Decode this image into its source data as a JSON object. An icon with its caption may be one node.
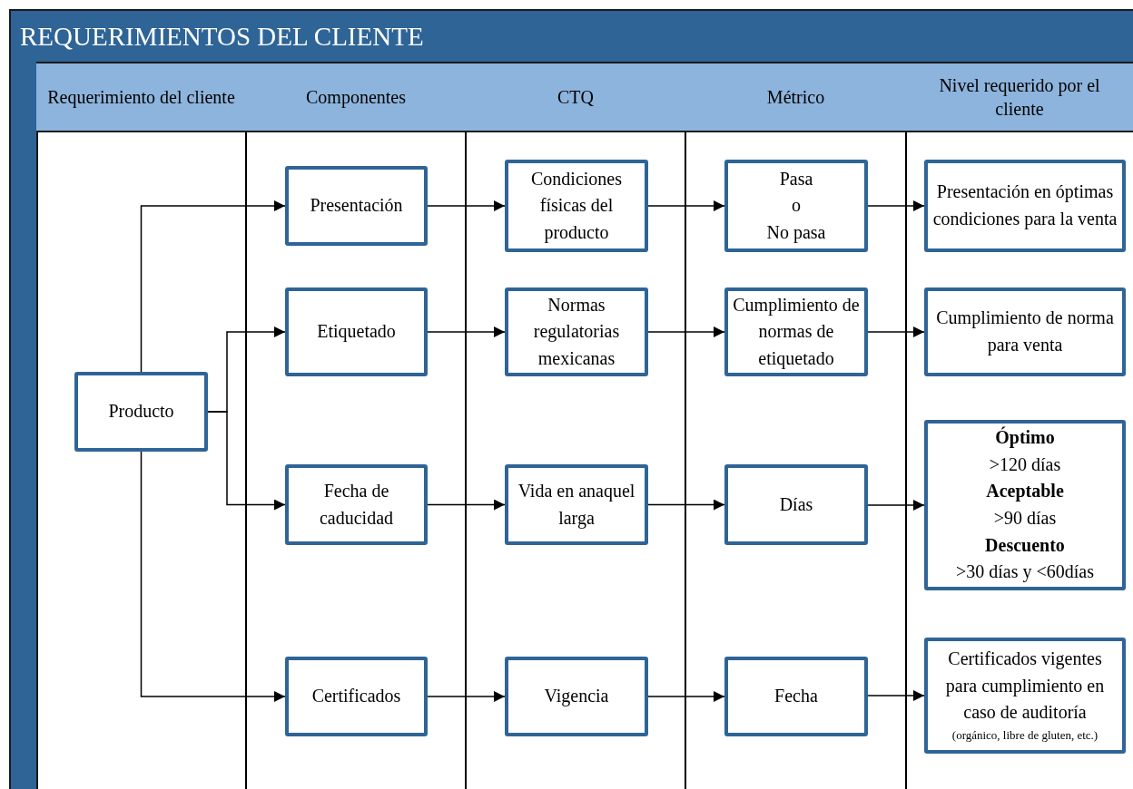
{
  "diagram": {
    "title": "REQUERIMIENTOS DEL CLIENTE",
    "nodes": [
      {
        "text": [
          "Requerimiento del cliente"
        ]
      },
      {
        "text": [
          "Componentes"
        ]
      },
      {
        "text": [
          "CTQ"
        ]
      },
      {
        "text": [
          "Métrico"
        ]
      },
      {
        "text": [
          "Nivel requerido por el cliente"
        ]
      },
      {
        "text": [
          "Producto"
        ]
      },
      {
        "text": [
          "Presentación"
        ]
      },
      {
        "text": [
          "Condiciones físicas del producto"
        ]
      },
      {
        "text": [
          "Pasa",
          "o",
          "No pasa"
        ]
      },
      {
        "text": [
          "Presentación en óptimas condiciones para la venta"
        ]
      },
      {
        "text": [
          "Etiquetado"
        ]
      },
      {
        "text": [
          "Normas regulatorias mexicanas"
        ]
      },
      {
        "text": [
          "Cumplimiento de normas de etiquetado"
        ]
      },
      {
        "text": [
          "Cumplimiento de norma para venta"
        ]
      },
      {
        "text": [
          "**Óptimo**",
          ">120 días",
          "**Aceptable**",
          ">90 días",
          "**Descuento**",
          ">30 días y <60días"
        ]
      },
      {
        "text": [
          "Fecha de caducidad"
        ]
      },
      {
        "text": [
          "Vida en anaquel larga"
        ]
      },
      {
        "text": [
          "Días"
        ]
      },
      {
        "text": [
          "Certificados vigentes para cumplimiento en caso de auditoría",
          "(orgánico, libre de gluten, etc.)"
        ]
      },
      {
        "text": [
          "Certificados"
        ]
      },
      {
        "text": [
          "Vigencia"
        ]
      },
      {
        "text": [
          "Fecha"
        ]
      }
    ],
    "edges": [
      {
        "from": 5,
        "to": 6,
        "arrow": "to"
      },
      {
        "from": 5,
        "to": 10,
        "arrow": "to"
      },
      {
        "from": 5,
        "to": 15,
        "arrow": "to"
      },
      {
        "from": 5,
        "to": 19,
        "arrow": "to"
      },
      {
        "from": 6,
        "to": 7,
        "arrow": "to"
      },
      {
        "from": 7,
        "to": 8,
        "arrow": "to"
      },
      {
        "from": 8,
        "to": 9,
        "arrow": "to"
      },
      {
        "from": 10,
        "to": 11,
        "arrow": "to"
      },
      {
        "from": 11,
        "to": 12,
        "arrow": "to"
      },
      {
        "from": 12,
        "to": 13,
        "arrow": "to"
      },
      {
        "from": 15,
        "to": 16,
        "arrow": "to"
      },
      {
        "from": 16,
        "to": 17,
        "arrow": "to"
      },
      {
        "from": 17,
        "to": 14,
        "arrow": "to"
      },
      {
        "from": 19,
        "to": 20,
        "arrow": "to"
      },
      {
        "from": 20,
        "to": 21,
        "arrow": "to"
      },
      {
        "from": 21,
        "to": 18,
        "arrow": "to"
      }
    ]
  }
}
